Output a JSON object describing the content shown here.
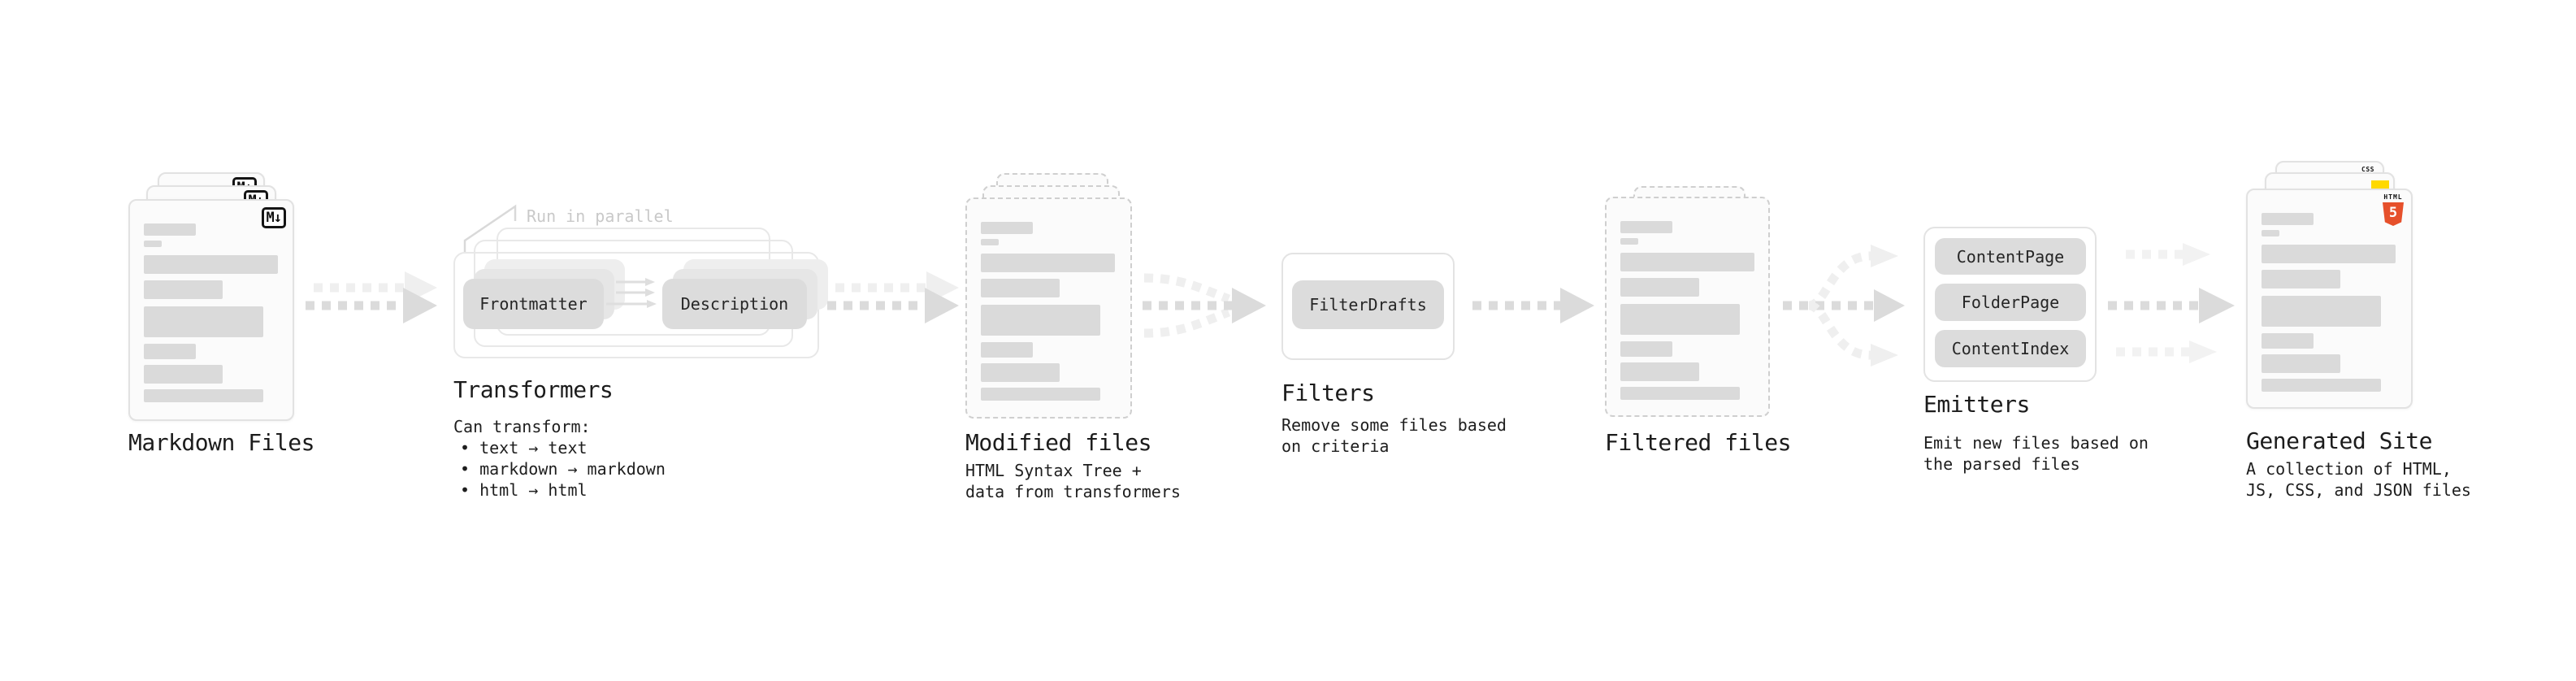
{
  "colors": {
    "html5_orange": "#e6502b",
    "js_yellow": "#ffd900",
    "css_blue": "#2f66ff",
    "ink": "#1c1c1c",
    "callout_gray": "#c9c9c9",
    "arrow_gray": "#dbdbdb",
    "arrow_light": "#efefef",
    "pill_gray": "#dcdcdc"
  },
  "stages": {
    "markdown_files": {
      "title": "Markdown Files",
      "badge": "M↓"
    },
    "transformers": {
      "callout": "Run in parallel",
      "pill_left": "Frontmatter",
      "pill_right": "Description",
      "title": "Transformers",
      "desc_heading": "Can transform:",
      "bullets": [
        "• text → text",
        "• markdown → markdown",
        "• html → html"
      ]
    },
    "modified_files": {
      "title": "Modified files",
      "subtitle": "HTML Syntax Tree +\ndata from transformers"
    },
    "filters": {
      "title": "Filters",
      "pill": "FilterDrafts",
      "subtitle": "Remove some files based\non criteria"
    },
    "filtered_files": {
      "title": "Filtered files"
    },
    "emitters": {
      "title": "Emitters",
      "pills": [
        "ContentPage",
        "FolderPage",
        "ContentIndex"
      ],
      "subtitle": "Emit new files based on\nthe parsed files"
    },
    "generated_site": {
      "title": "Generated Site",
      "subtitle": "A collection of HTML,\nJS, CSS, and JSON files",
      "html5_word": "HTML",
      "html5_number": "5",
      "css_label": "CSS"
    }
  }
}
